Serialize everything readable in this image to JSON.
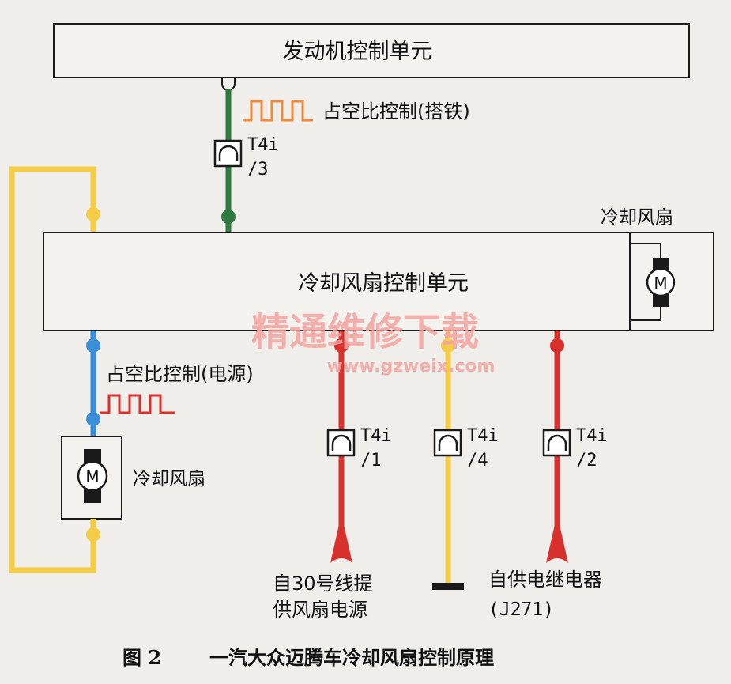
{
  "ecu": {
    "label": "发动机控制单元"
  },
  "fan_control_unit": {
    "label": "冷却风扇控制单元"
  },
  "fan_right": {
    "label": "冷却风扇",
    "motor": "M"
  },
  "fan_left": {
    "label": "冷却风扇",
    "motor": "M"
  },
  "signals": {
    "duty_ground": "占空比控制(搭铁)",
    "duty_power": "占空比控制(电源)"
  },
  "connectors": [
    {
      "name": "T4i",
      "pin": "/3"
    },
    {
      "name": "T4i",
      "pin": "/1"
    },
    {
      "name": "T4i",
      "pin": "/4"
    },
    {
      "name": "T4i",
      "pin": "/2"
    }
  ],
  "sources": {
    "terminal30": {
      "line1": "自30号线提",
      "line2": "供风扇电源"
    },
    "relay": {
      "line1": "自供电继电器",
      "line2": "(J271)"
    }
  },
  "watermark": {
    "title": "精通维修下载",
    "url": "www.gzweix.com"
  },
  "caption": {
    "fig": "图 2",
    "title": "一汽大众迈腾车冷却风扇控制原理"
  },
  "colors": {
    "green": "#2f7a3e",
    "yellow": "#f5cc45",
    "blue": "#3b8fd9",
    "red": "#d8302c",
    "orange": "#f08a3a",
    "watermark": "#f4a4a0"
  }
}
